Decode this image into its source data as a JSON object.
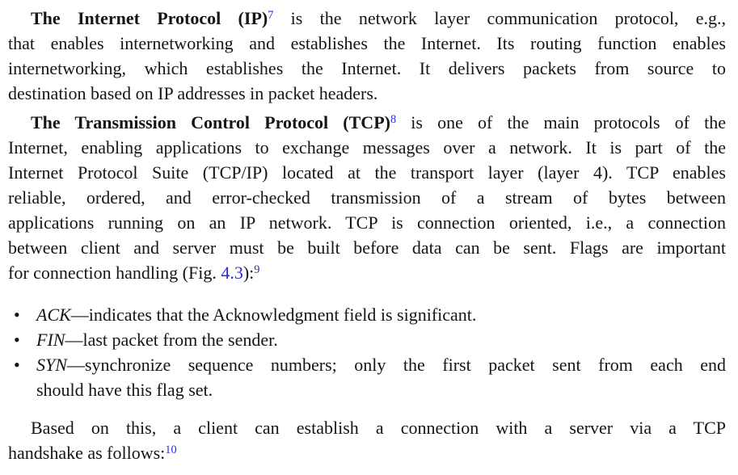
{
  "colors": {
    "background": "#ffffff",
    "text": "#151515",
    "link": "#2a2ae0"
  },
  "content": {
    "blocks": [
      {
        "type": "para",
        "name": "para-ip",
        "lines": [
          {
            "justify": true,
            "indent": true,
            "runs": [
              {
                "t": "The Internet Protocol (IP)",
                "s": "bold"
              },
              {
                "t": "7",
                "s": "suplink"
              },
              {
                "t": " is the network layer communication protocol, e.g.,",
                "s": "n"
              }
            ]
          },
          {
            "justify": true,
            "runs": [
              {
                "t": "that enables internetworking and establishes the Internet. Its routing function enables",
                "s": "n"
              }
            ]
          },
          {
            "justify": true,
            "runs": [
              {
                "t": "internetworking, which establishes the Internet. It delivers packets from source to",
                "s": "n"
              }
            ]
          },
          {
            "justify": false,
            "runs": [
              {
                "t": "destination based on IP addresses in packet headers.",
                "s": "n"
              }
            ]
          }
        ]
      },
      {
        "type": "para",
        "name": "para-tcp",
        "lines": [
          {
            "justify": true,
            "indent": true,
            "runs": [
              {
                "t": "The Transmission Control Protocol (TCP)",
                "s": "bold"
              },
              {
                "t": "8",
                "s": "suplink"
              },
              {
                "t": " is one of the main protocols of the",
                "s": "n"
              }
            ]
          },
          {
            "justify": true,
            "runs": [
              {
                "t": "Internet, enabling applications to exchange messages over a network. It is part of the",
                "s": "n"
              }
            ]
          },
          {
            "justify": true,
            "runs": [
              {
                "t": "Internet Protocol Suite (TCP/IP) located at the transport layer (layer 4). TCP enables",
                "s": "n"
              }
            ]
          },
          {
            "justify": true,
            "runs": [
              {
                "t": "reliable, ordered, and error-checked transmission of a stream of bytes between",
                "s": "n"
              }
            ]
          },
          {
            "justify": true,
            "runs": [
              {
                "t": "applications running on an IP network. TCP is connection oriented, i.e., a connection",
                "s": "n"
              }
            ]
          },
          {
            "justify": true,
            "runs": [
              {
                "t": "between client and server must be built before data can be sent. Flags are important",
                "s": "n"
              }
            ]
          },
          {
            "justify": false,
            "runs": [
              {
                "t": "for connection handling (Fig. ",
                "s": "n"
              },
              {
                "t": "4.3",
                "s": "link"
              },
              {
                "t": "):",
                "s": "n"
              },
              {
                "t": "9",
                "s": "suplink"
              }
            ]
          }
        ]
      },
      {
        "type": "list",
        "name": "flag-list",
        "items": [
          {
            "marker": "•",
            "lines": [
              {
                "justify": false,
                "runs": [
                  {
                    "t": "ACK",
                    "s": "italic"
                  },
                  {
                    "t": "—indicates that the Acknowledgment field is significant.",
                    "s": "n"
                  }
                ]
              }
            ]
          },
          {
            "marker": "•",
            "lines": [
              {
                "justify": false,
                "runs": [
                  {
                    "t": "FIN",
                    "s": "italic"
                  },
                  {
                    "t": "—last packet from the sender.",
                    "s": "n"
                  }
                ]
              }
            ]
          },
          {
            "marker": "•",
            "lines": [
              {
                "justify": true,
                "runs": [
                  {
                    "t": "SYN",
                    "s": "italic"
                  },
                  {
                    "t": "—synchronize sequence numbers; only the first packet sent from each end",
                    "s": "n"
                  }
                ]
              },
              {
                "justify": false,
                "runs": [
                  {
                    "t": "should have this flag set.",
                    "s": "n"
                  }
                ]
              }
            ]
          }
        ]
      },
      {
        "type": "para",
        "name": "para-handshake",
        "lines": [
          {
            "justify": true,
            "indent": true,
            "runs": [
              {
                "t": "Based on this, a client can establish a connection with a server via a TCP",
                "s": "n"
              }
            ]
          },
          {
            "justify": false,
            "runs": [
              {
                "t": "handshake as follows:",
                "s": "n"
              },
              {
                "t": "10",
                "s": "suplink"
              }
            ]
          }
        ]
      }
    ]
  }
}
